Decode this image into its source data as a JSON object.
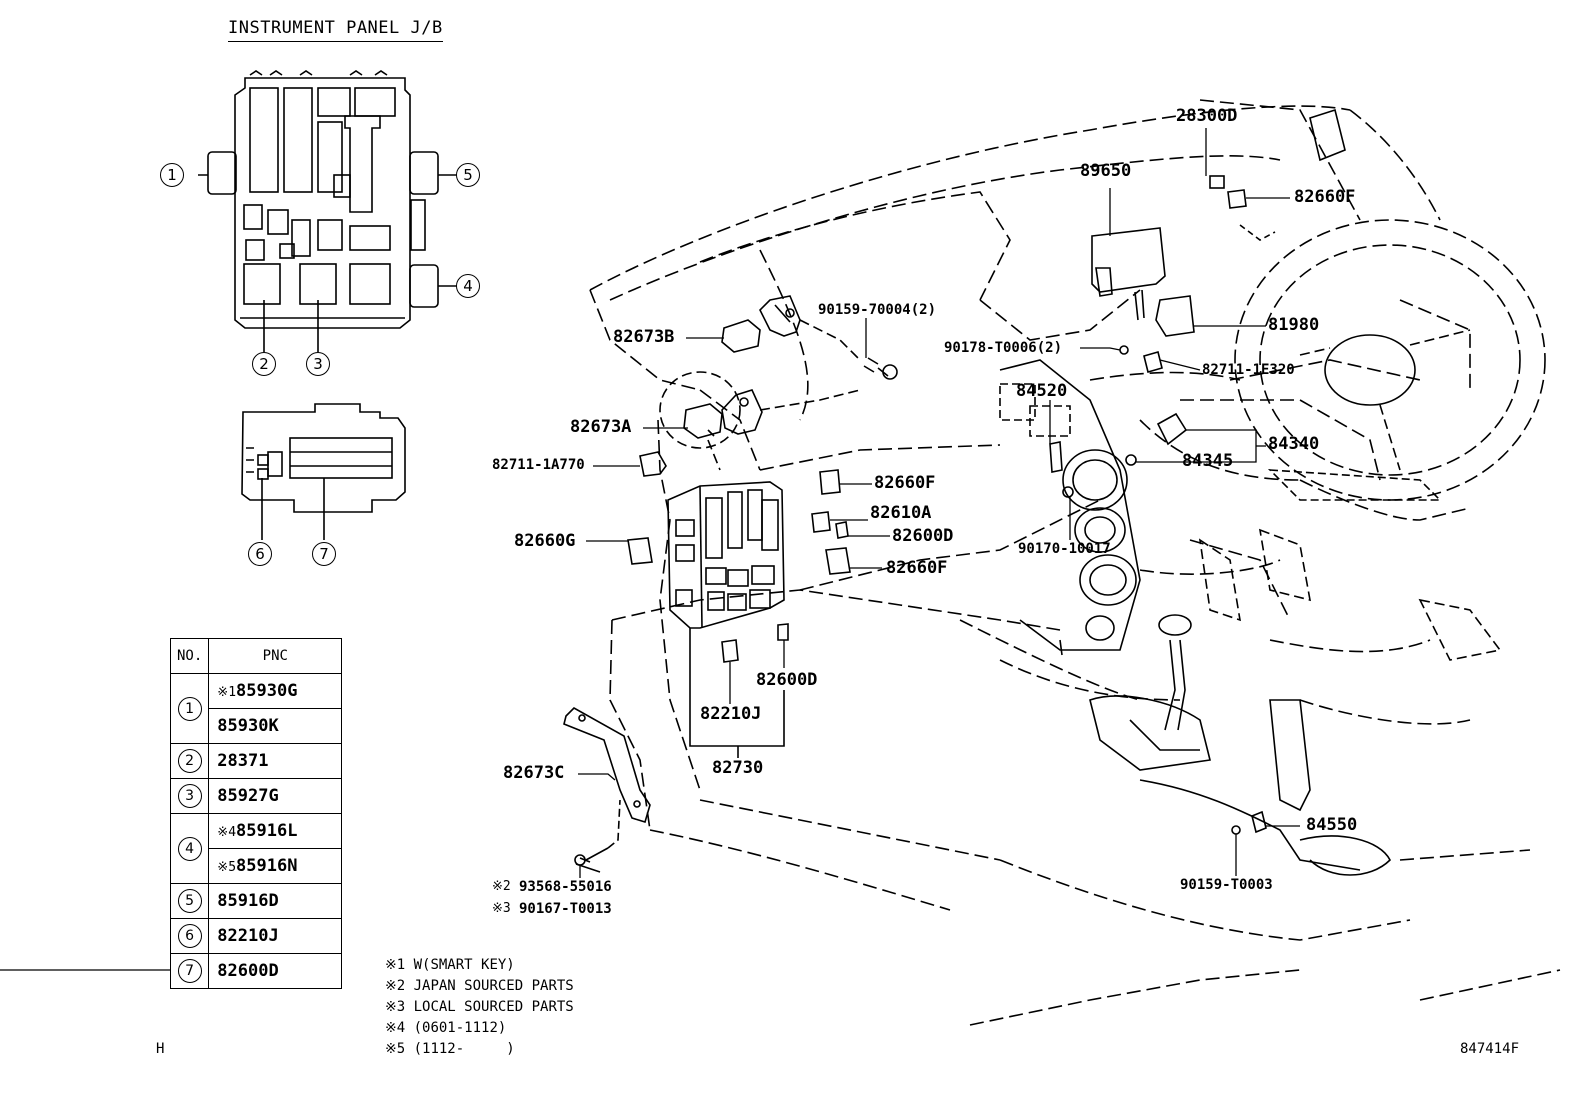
{
  "diagram": {
    "title": "INSTRUMENT PANEL J/B",
    "callouts": {
      "c1": "1",
      "c2": "2",
      "c3": "3",
      "c4": "4",
      "c5": "5",
      "c6": "6",
      "c7": "7"
    },
    "parts": {
      "p28300D": "28300D",
      "p89650": "89650",
      "p82660F_top": "82660F",
      "p81980": "81980",
      "p82673B": "82673B",
      "p90159_70004": "90159-70004(2)",
      "p90178_T0006": "90178-T0006(2)",
      "p82711_1E320": "82711-1E320",
      "p84520": "84520",
      "p82673A": "82673A",
      "p84340": "84340",
      "p84345": "84345",
      "p82711_1A770": "82711-1A770",
      "p82660F_mid": "82660F",
      "p82610A": "82610A",
      "p82600D_mid": "82600D",
      "p90170_10017": "90170-10017",
      "p82660G": "82660G",
      "p82660F_low": "82660F",
      "p82600D_low": "82600D",
      "p82210J": "82210J",
      "p82730": "82730",
      "p82673C": "82673C",
      "p84550": "84550",
      "p93568_55016": "93568-55016",
      "p90167_T0013": "90167-T0013",
      "p90159_T0003": "90159-T0003",
      "mark2": "※2",
      "mark3": "※3"
    }
  },
  "table": {
    "header_no": "NO.",
    "header_pnc": "PNC",
    "rows": [
      {
        "no": "1",
        "mark": "※1",
        "pnc": "85930G"
      },
      {
        "no": "",
        "mark": "",
        "pnc": "85930K"
      },
      {
        "no": "2",
        "mark": "",
        "pnc": "28371"
      },
      {
        "no": "3",
        "mark": "",
        "pnc": "85927G"
      },
      {
        "no": "4",
        "mark": "※4",
        "pnc": "85916L"
      },
      {
        "no": "",
        "mark": "※5",
        "pnc": "85916N"
      },
      {
        "no": "5",
        "mark": "",
        "pnc": "85916D"
      },
      {
        "no": "6",
        "mark": "",
        "pnc": "82210J"
      },
      {
        "no": "7",
        "mark": "",
        "pnc": "82600D"
      }
    ]
  },
  "notes": [
    "※1 W(SMART KEY)",
    "※2 JAPAN SOURCED PARTS",
    "※3 LOCAL SOURCED PARTS",
    "※4 (0601-1112)",
    "※5 (1112-     )"
  ],
  "footer": {
    "left_code": "H",
    "figure_code": "847414F"
  }
}
